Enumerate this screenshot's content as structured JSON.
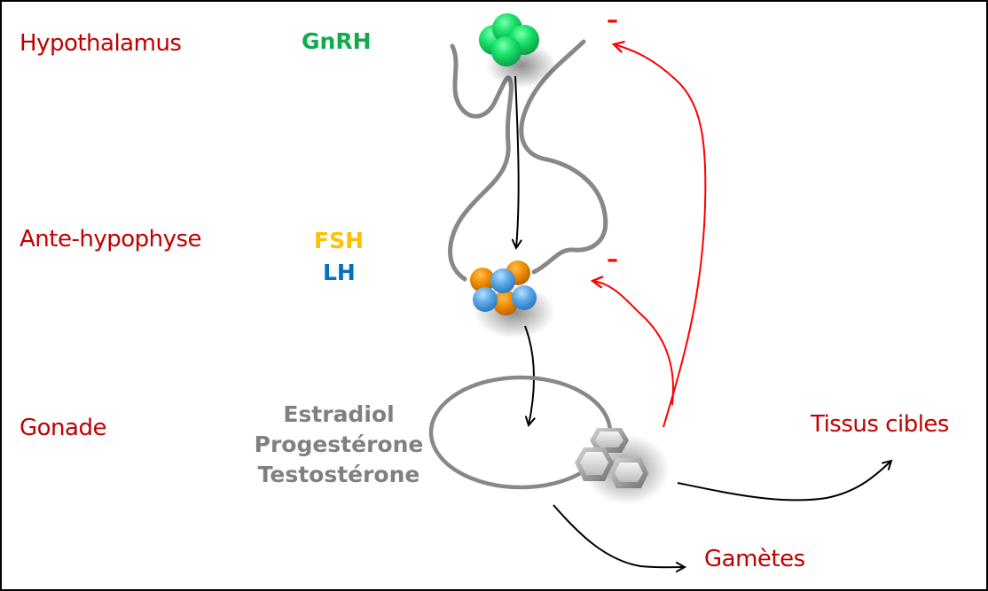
{
  "levels": {
    "hypothalamus": "Hypothalamus",
    "anterior_pituitary": "Ante-hypophyse",
    "gonad": "Gonade"
  },
  "hormones": {
    "gnrh": "GnRH",
    "fsh": "FSH",
    "lh": "LH",
    "steroids": [
      "Estradiol",
      "Progestérone",
      "Testostérone"
    ]
  },
  "targets": {
    "tissues": "Tissus cibles",
    "gametes": "Gamètes"
  },
  "feedback": {
    "hypothalamus_sign": "–",
    "pituitary_sign": "–",
    "type": "negative"
  },
  "colors": {
    "level_label": "#c00000",
    "gnrh": "#11aa4e",
    "fsh": "#ffc000",
    "lh": "#0070c0",
    "steroid_label": "#808080",
    "feedback_arrow": "#ff0000",
    "flow_arrow": "#000000",
    "outline": "#888888"
  }
}
